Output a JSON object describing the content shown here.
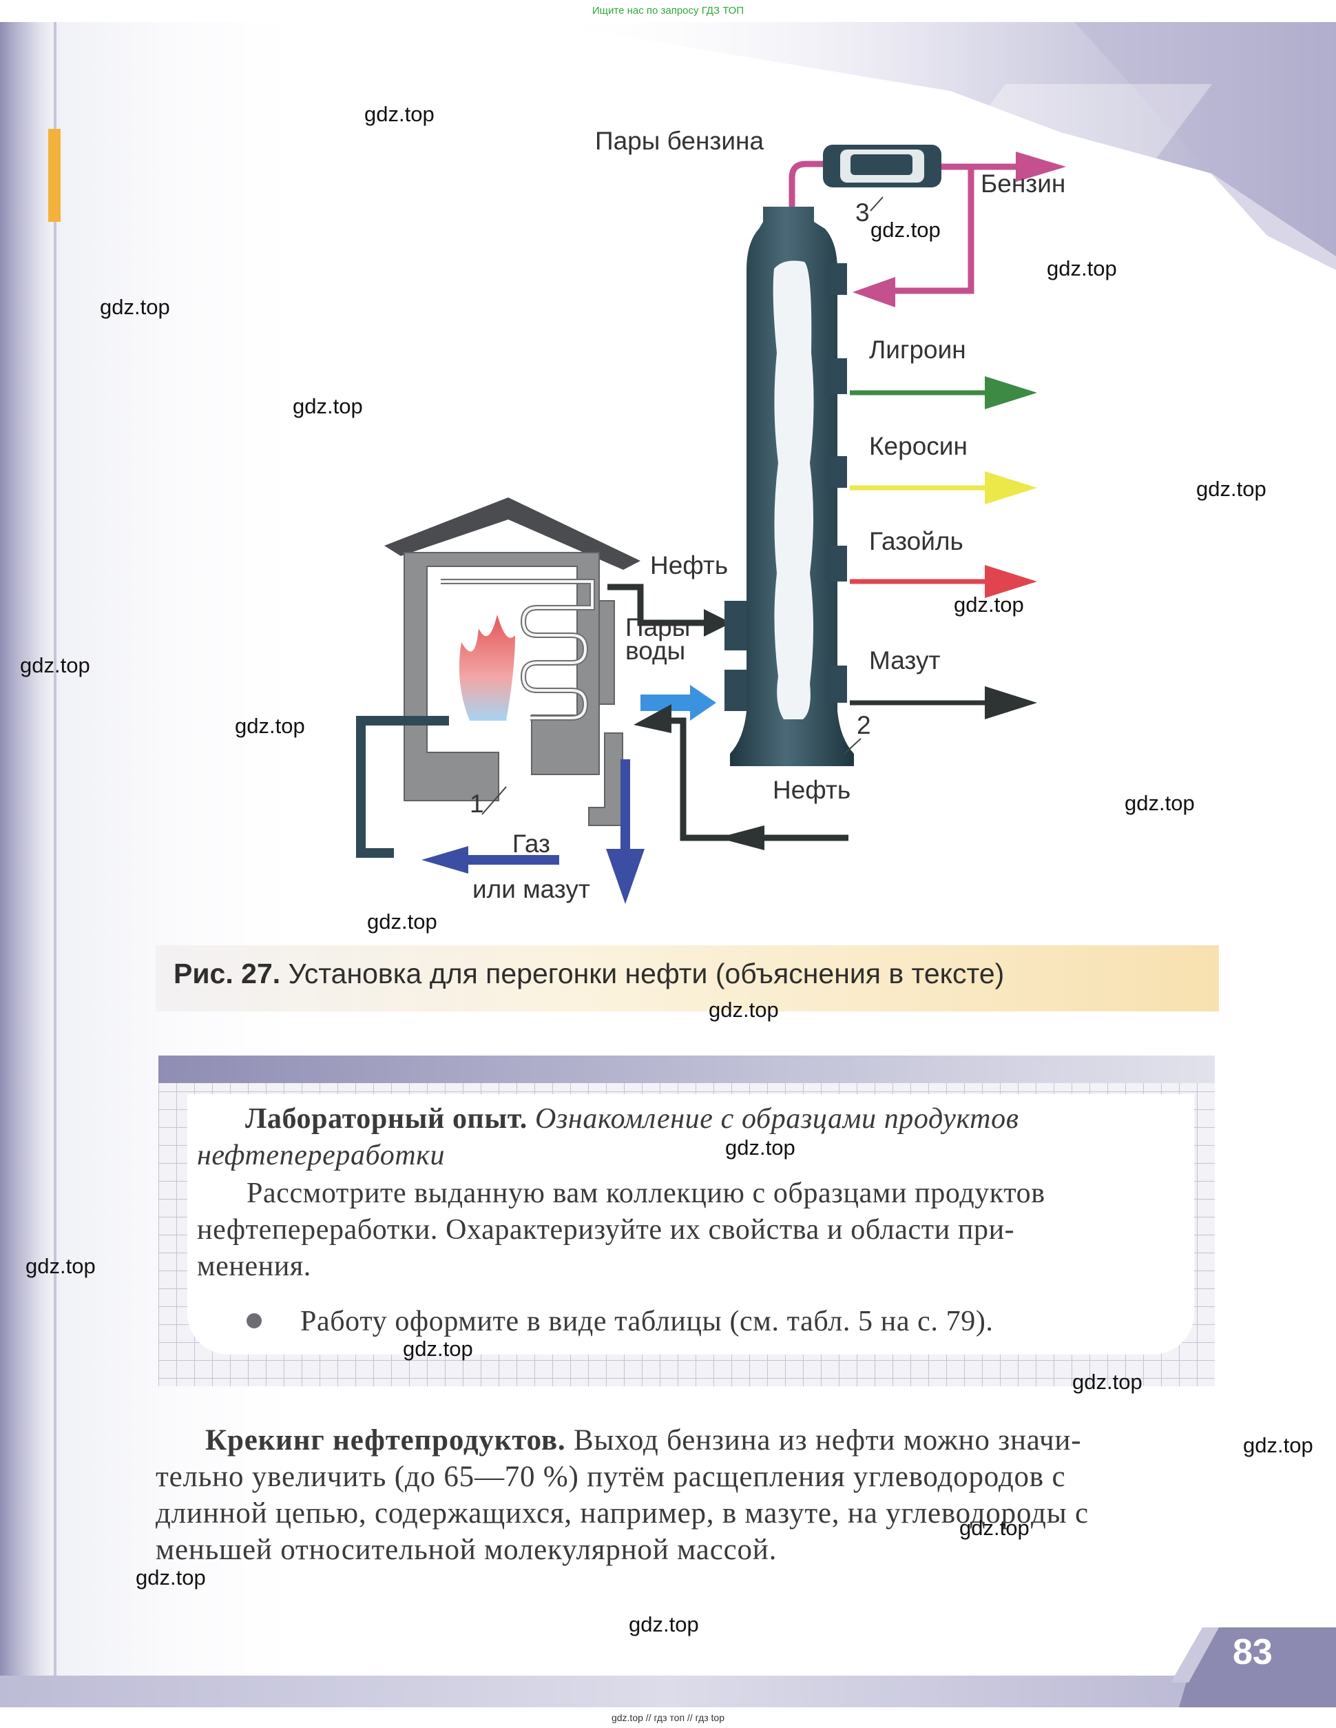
{
  "banner_top": "Ищите нас по запросу ГДЗ ТОП",
  "banner_bottom": "gdz.top // гдз топ // гдз top",
  "figure": {
    "labels": {
      "benzine_vapors": "Пары бензина",
      "benzine": "Бензин",
      "naphtha": "Лигроин",
      "kerosene": "Керосин",
      "gasoil": "Газойль",
      "oil_top": "Нефть",
      "steam": "Пары\nводы",
      "mazut": "Мазут",
      "oil_bottom": "Нефть",
      "gas_or_mazut": "Газ\nили мазут",
      "num_1": "1",
      "num_2": "2",
      "num_3": "3"
    },
    "caption_label": "Рис. 27.",
    "caption_text": "Установка для перегонки нефти (объяснения в тексте)",
    "colors": {
      "benzine": "#c4508f",
      "naphtha": "#3d8a45",
      "kerosene": "#ece84a",
      "gasoil": "#e0454f",
      "mazut": "#2e3434",
      "steam": "#3b93e0",
      "gas_flow": "#3b4ea3",
      "column": "#2f4a56",
      "furnace": "#8d8f91"
    }
  },
  "lab": {
    "title_bold": "Лабораторный опыт.",
    "title_italic_1": "Ознакомление с образцами продуктов",
    "title_italic_2": "нефтепереработки",
    "line_1": "Рассмотрите выданную вам коллекцию с образцами продуктов",
    "line_2": "нефтепереработки. Охарактеризуйте их свойства и области при-",
    "line_3": "менения.",
    "bullet": "Работу оформите в виде таблицы (см. табл. 5 на с. 79)."
  },
  "cracking": {
    "title": "Крекинг нефтепродуктов.",
    "line_1": "Выход бензина из нефти можно значи-",
    "line_2": "тельно увеличить (до 65—70 %) путём расщепления углеводородов с",
    "line_3": "длинной цепью, содержащихся, например, в мазуте, на углеводороды с",
    "line_4": "меньшей относительной молекулярной массой."
  },
  "page_number": "83",
  "watermark": "gdz.top"
}
